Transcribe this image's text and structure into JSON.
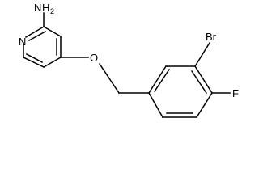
{
  "molecule": {
    "atoms": {
      "amine_n": "N",
      "amine_h": "H",
      "amine_subscript": "2",
      "pyridine_n": "N",
      "ether_o": "O",
      "bromine": "Br",
      "fluorine": "F"
    },
    "colors": {
      "bond": "#000000",
      "label": "#000000",
      "background": "#ffffff"
    }
  }
}
